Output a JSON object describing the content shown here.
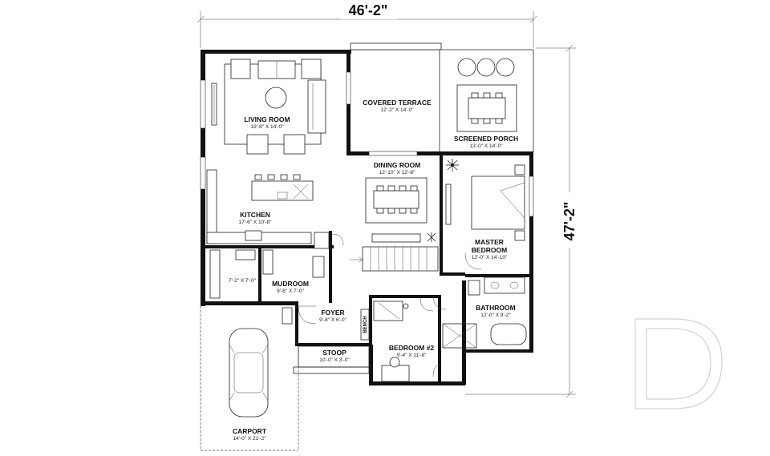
{
  "overall": {
    "width": "46'-2\"",
    "depth": "47'-2\""
  },
  "rooms": {
    "living_room": {
      "name": "LIVING ROOM",
      "size": "19'-8\" X 14'-0\""
    },
    "covered_terrace": {
      "name": "COVERED TERRACE",
      "size": "12'-2\" X 14'-0\""
    },
    "screened_porch": {
      "name": "SCREENED PORCH",
      "size": "13'-0\" X 14'-0\""
    },
    "dining_room": {
      "name": "DINING ROOM",
      "size": "12'-10\" X 12'-8\""
    },
    "kitchen": {
      "name": "KITCHEN",
      "size": "17'-6\" X 10'-8\""
    },
    "master_bedroom": {
      "name1": "MASTER",
      "name2": "BEDROOM",
      "size": "12'-0\" X 14'-10\""
    },
    "laundry": {
      "size": "7'-2\" X 7'-0\""
    },
    "mudroom": {
      "name": "MUDROOM",
      "size": "9'-8\" X 7'-0\""
    },
    "foyer": {
      "name": "FOYER",
      "size": "9'-8\" X 6'-0\""
    },
    "bathroom": {
      "name": "BATHROOM",
      "size": "12'-0\" X 9'-2\""
    },
    "stoop": {
      "name": "STOOP",
      "size": "10'-0\" X 3'-0\""
    },
    "bedroom2": {
      "name": "BEDROOM #2",
      "size": "9'-4\" X 11'-8\""
    },
    "carport": {
      "name": "CARPORT",
      "size": "14'-0\" X 21'-2\""
    }
  },
  "labels": {
    "bench": "BENCH"
  },
  "colors": {
    "wall": "#111111",
    "line": "#222222",
    "watermark": "#d4d4d4"
  },
  "icons": [
    "compass-plant-icon",
    "watermark-logo-icon"
  ]
}
